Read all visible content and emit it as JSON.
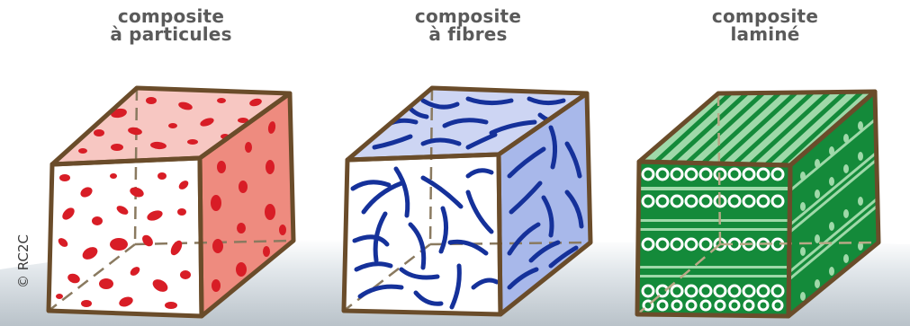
{
  "labels": {
    "particles": {
      "line1": "composite",
      "line2": "à particules"
    },
    "fibres": {
      "line1": "composite",
      "line2": "à fibres"
    },
    "laminate": {
      "line1": "composite",
      "line2": "laminé"
    }
  },
  "copyright": "© RC2C",
  "colors": {
    "particle_red": "#d81d26",
    "particle_face_front": "#ffffff",
    "particle_face_top": "#f7c7c2",
    "particle_face_side": "#ee8b7f",
    "fibre_blue": "#15319a",
    "fibre_face_front": "#ffffff",
    "fibre_face_top": "#cdd5f3",
    "fibre_face_side": "#a8b8ea",
    "laminate_green": "#148a3a",
    "laminate_light": "#9fd9a9",
    "outline": "#6a4c2a",
    "label_text": "#5a5a5a",
    "floor_shadow": "#c5ccd2"
  }
}
